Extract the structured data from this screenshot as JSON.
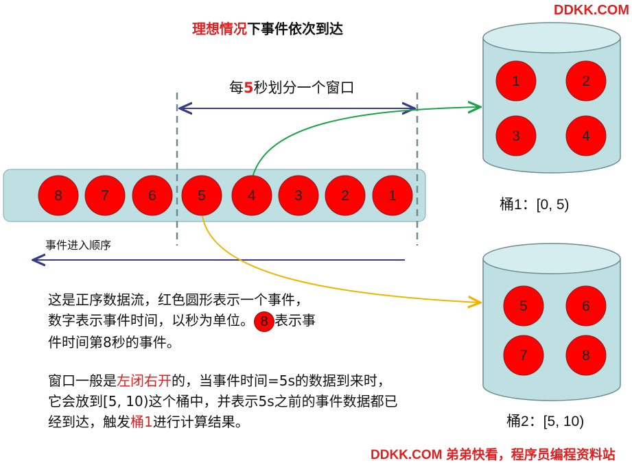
{
  "title": {
    "highlight": "理想情况",
    "rest": "下事件依次到达"
  },
  "brand_top": "DDKK.COM",
  "brand_bottom": "DDKK.COM 弟弟快看，程序员编程资料站",
  "window_label": {
    "prefix": "每",
    "num": "5",
    "suffix": "秒划分一个窗口"
  },
  "order_label": "事件进入顺序",
  "stream_events": [
    "8",
    "7",
    "6",
    "5",
    "4",
    "3",
    "2",
    "1"
  ],
  "bucket1": {
    "label": "桶1：[0, 5)",
    "events": [
      "1",
      "2",
      "3",
      "4"
    ]
  },
  "bucket2": {
    "label": "桶2：[5, 10)",
    "events": [
      "5",
      "6",
      "7",
      "8"
    ]
  },
  "para1": {
    "line1": "这是正序数据流，红色圆形表示一个事件，",
    "line2_a": "数字表示事件时间，以秒为单位。",
    "dot": "8",
    "line2_b": "表示事",
    "line3": "件时间第8秒的事件。"
  },
  "para2": {
    "a": "窗口一般是",
    "hl1": "左闭右开",
    "b": "的，当事件时间=5s的数据到来时，它会放到[5, 10)这个桶中，并表示5s之前的事件数据都已经到达，触发",
    "hl2": "桶1",
    "c": "进行计算结果。"
  },
  "colors": {
    "event": "#ff0000",
    "bar": "#bfe0e3",
    "bucket": "#bfe0e3",
    "arrow_blue": "#3a3a8c",
    "arrow_green": "#1aa34a",
    "arrow_yellow": "#f0b400",
    "highlight": "#e02020"
  }
}
